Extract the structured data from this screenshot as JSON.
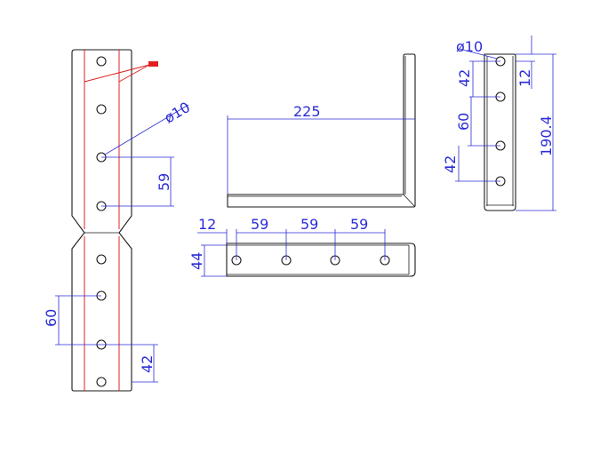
{
  "colors": {
    "part": "#1a1a1a",
    "bend_line": "#e02020",
    "dimension": "#2b2bd6"
  },
  "dimensions": {
    "flat_hole_dia": "ø10",
    "flat_pitch_59": "59",
    "flat_pitch_60": "60",
    "flat_edge_42": "42",
    "side_width_225": "225",
    "bottom_edge_12": "12",
    "bottom_pitch_1": "59",
    "bottom_pitch_2": "59",
    "bottom_pitch_3": "59",
    "bottom_height_44": "44",
    "right_hole_dia": "ø10",
    "right_edge_top_42": "42",
    "right_edge_12": "12",
    "right_pitch_60": "60",
    "right_edge_bottom_42": "42",
    "right_overall_190": "190.4"
  }
}
